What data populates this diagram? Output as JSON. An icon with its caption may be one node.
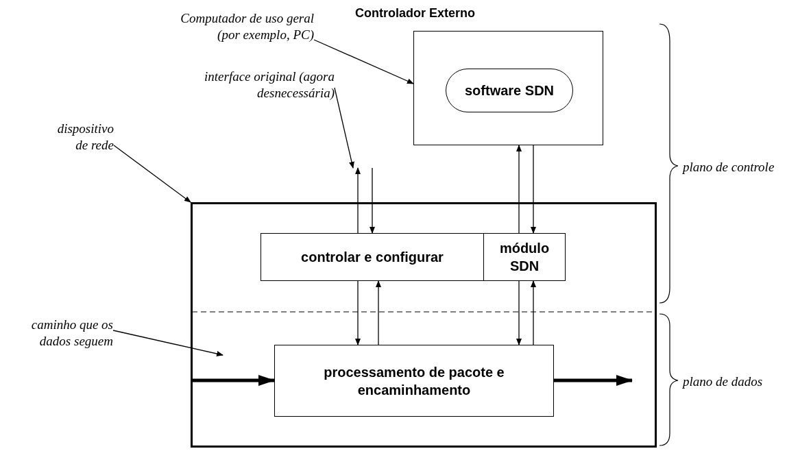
{
  "diagram": {
    "nodes": [
      {
        "text": [
          "Controlador Externo"
        ]
      },
      {
        "text": [
          "software SDN"
        ],
        "in": 0
      },
      {
        "text": [],
        "shape": "box"
      },
      {
        "text": [
          "controlar e configurar"
        ],
        "in": 2
      },
      {
        "text": [
          "módulo SDN"
        ],
        "in": 2
      },
      {
        "text": [
          "processamento de pacote e encaminhamento"
        ],
        "in": 2
      },
      {
        "text": [
          "Computador de uso geral (por exemplo, PC)"
        ]
      },
      {
        "text": [
          "interface original (agora desnecessária)"
        ]
      },
      {
        "text": [
          "dispositivo de rede"
        ]
      },
      {
        "text": [
          "caminho que os dados seguem"
        ]
      }
    ],
    "edges": [
      {
        "from": 6,
        "to": 0,
        "arrow": "to"
      },
      {
        "from": 7,
        "to": null,
        "arrow": "to"
      },
      {
        "from": 8,
        "to": 2,
        "arrow": "to"
      },
      {
        "from": 9,
        "to": null,
        "arrow": "to"
      },
      {
        "from": 3,
        "to": null,
        "arrow": "to"
      },
      {
        "from": null,
        "to": 3,
        "arrow": "to"
      },
      {
        "from": 4,
        "to": 0,
        "arrow": "to"
      },
      {
        "from": 0,
        "to": 4,
        "arrow": "to"
      },
      {
        "from": 3,
        "to": 5,
        "arrow": "to"
      },
      {
        "from": 5,
        "to": 3,
        "arrow": "to"
      },
      {
        "from": 4,
        "to": 5,
        "arrow": "to"
      },
      {
        "from": 5,
        "to": 4,
        "arrow": "to"
      },
      {
        "from": null,
        "to": 5,
        "arrow": "to",
        "style": "thick"
      },
      {
        "from": 5,
        "to": null,
        "arrow": "to",
        "style": "thick"
      }
    ],
    "labels": [
      "plano de controle",
      "plano de dados"
    ]
  }
}
